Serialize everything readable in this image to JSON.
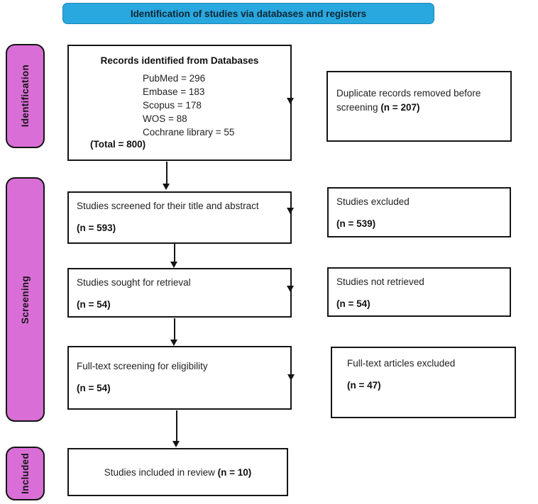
{
  "colors": {
    "header_bg": "#29a8df",
    "header_border": "#1b86b4",
    "stage_bg": "#d96fd6"
  },
  "header": {
    "title": "Identification of studies via databases and registers"
  },
  "stages": [
    {
      "label": "Identification"
    },
    {
      "label": "Screening"
    },
    {
      "label": "Included"
    }
  ],
  "flow": {
    "records": {
      "title": "Records identified from Databases",
      "items": [
        "PubMed = 296",
        "Embase = 183",
        "Scopus = 178",
        "WOS = 88",
        "Cochrane library = 55"
      ],
      "total": "(Total = 800)"
    },
    "screened": {
      "text": "Studies screened for their title and abstract",
      "n": "(n = 593)"
    },
    "sought": {
      "text": "Studies sought for retrieval",
      "n": "(n = 54)"
    },
    "fulltext": {
      "text": "Full-text screening for eligibility",
      "n": "(n = 54)"
    },
    "included": {
      "text": "Studies included in review",
      "n": "(n = 10)"
    }
  },
  "side": {
    "duplicates": {
      "text": "Duplicate records removed before screening",
      "n": "(n = 207)"
    },
    "excluded": {
      "text": "Studies excluded",
      "n": "(n = 539)"
    },
    "not_retrieved": {
      "text": "Studies not retrieved",
      "n": "(n = 54)"
    },
    "fulltext_excluded": {
      "text": "Full-text articles excluded",
      "n": "(n = 47)"
    }
  }
}
